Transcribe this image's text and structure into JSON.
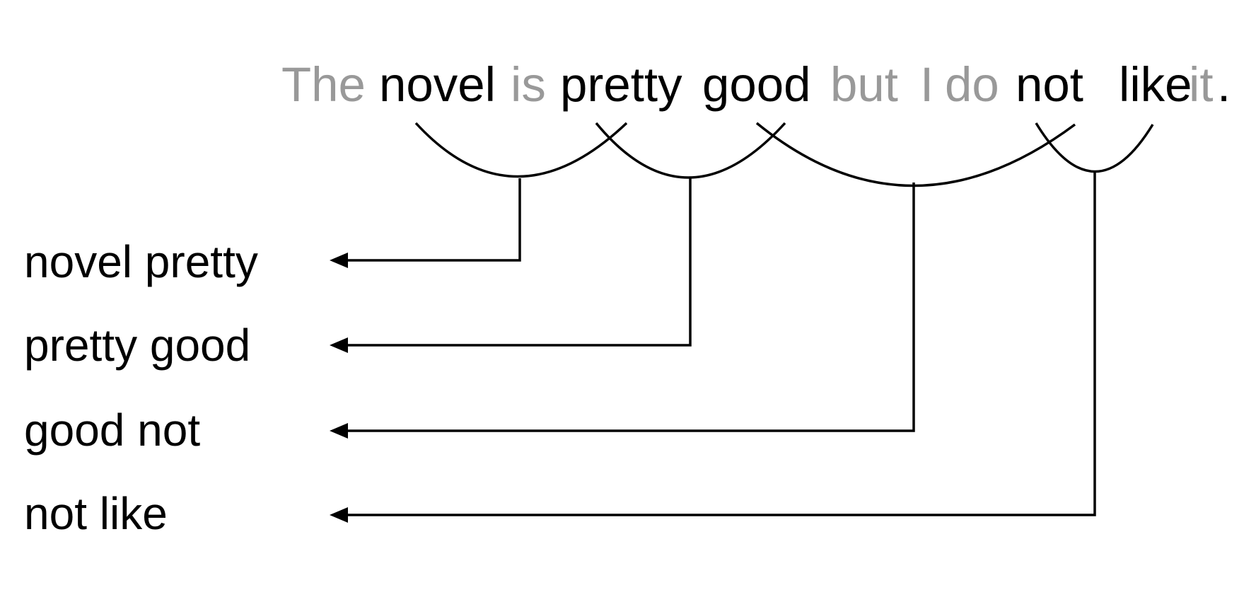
{
  "sentence": {
    "tokens": [
      {
        "text": "The",
        "status": "ignored"
      },
      {
        "text": "novel",
        "status": "kept"
      },
      {
        "text": "is",
        "status": "ignored"
      },
      {
        "text": "pretty",
        "status": "kept"
      },
      {
        "text": "good",
        "status": "kept"
      },
      {
        "text": "but",
        "status": "ignored"
      },
      {
        "text": "I",
        "status": "ignored"
      },
      {
        "text": "do",
        "status": "ignored"
      },
      {
        "text": "not",
        "status": "kept"
      },
      {
        "text": "like",
        "status": "kept"
      },
      {
        "text": "it",
        "status": "ignored"
      },
      {
        "text": ".",
        "status": "kept"
      }
    ]
  },
  "colors": {
    "kept": "#000000",
    "ignored": "#999999",
    "line": "#000000"
  },
  "pairs": [
    {
      "label": "novel pretty"
    },
    {
      "label": "pretty good"
    },
    {
      "label": "good not"
    },
    {
      "label": "not like"
    }
  ]
}
